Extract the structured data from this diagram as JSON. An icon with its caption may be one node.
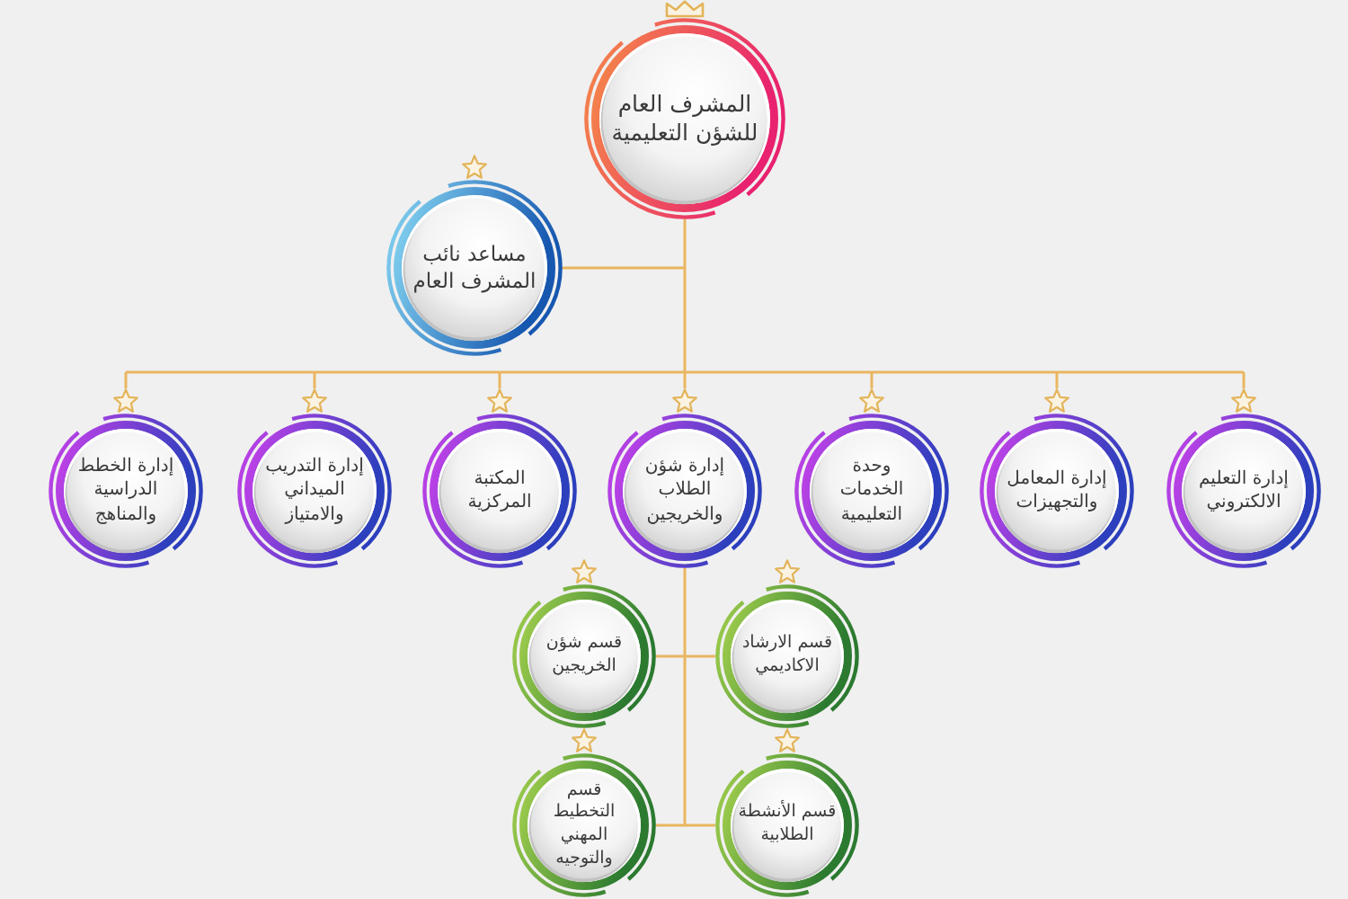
{
  "diagram": {
    "nodes": [
      {
        "text": [
          "المشرف العام للشؤن التعليمية"
        ]
      },
      {
        "text": [
          "مساعد نائب المشرف العام"
        ]
      },
      {
        "text": [
          "إدارة التعليم الالكتروني"
        ]
      },
      {
        "text": [
          "إدارة المعامل والتجهيزات"
        ]
      },
      {
        "text": [
          "وحدة الخدمات التعليمية"
        ]
      },
      {
        "text": [
          "إدارة شؤن الطلاب والخريجين"
        ]
      },
      {
        "text": [
          "المكتبة المركزية"
        ]
      },
      {
        "text": [
          "إدارة التدريب الميداني والامتياز"
        ]
      },
      {
        "text": [
          "إدارة الخطط الدراسية والمناهج"
        ]
      },
      {
        "text": [
          "قسم الارشاد الاكاديمي"
        ]
      },
      {
        "text": [
          "قسم شؤن الخريجين"
        ]
      },
      {
        "text": [
          "قسم الأنشطة الطلابية"
        ]
      },
      {
        "text": [
          "قسم التخطيط المهني والتوجيه"
        ]
      }
    ],
    "edges": [
      {
        "from": 0,
        "to": 1,
        "arrow": "none"
      },
      {
        "from": 0,
        "to": 2,
        "arrow": "none"
      },
      {
        "from": 0,
        "to": 3,
        "arrow": "none"
      },
      {
        "from": 0,
        "to": 4,
        "arrow": "none"
      },
      {
        "from": 0,
        "to": 5,
        "arrow": "none"
      },
      {
        "from": 0,
        "to": 6,
        "arrow": "none"
      },
      {
        "from": 0,
        "to": 7,
        "arrow": "none"
      },
      {
        "from": 0,
        "to": 8,
        "arrow": "none"
      },
      {
        "from": 5,
        "to": 9,
        "arrow": "none"
      },
      {
        "from": 5,
        "to": 10,
        "arrow": "none"
      },
      {
        "from": 5,
        "to": 11,
        "arrow": "none"
      },
      {
        "from": 5,
        "to": 12,
        "arrow": "none"
      }
    ]
  }
}
